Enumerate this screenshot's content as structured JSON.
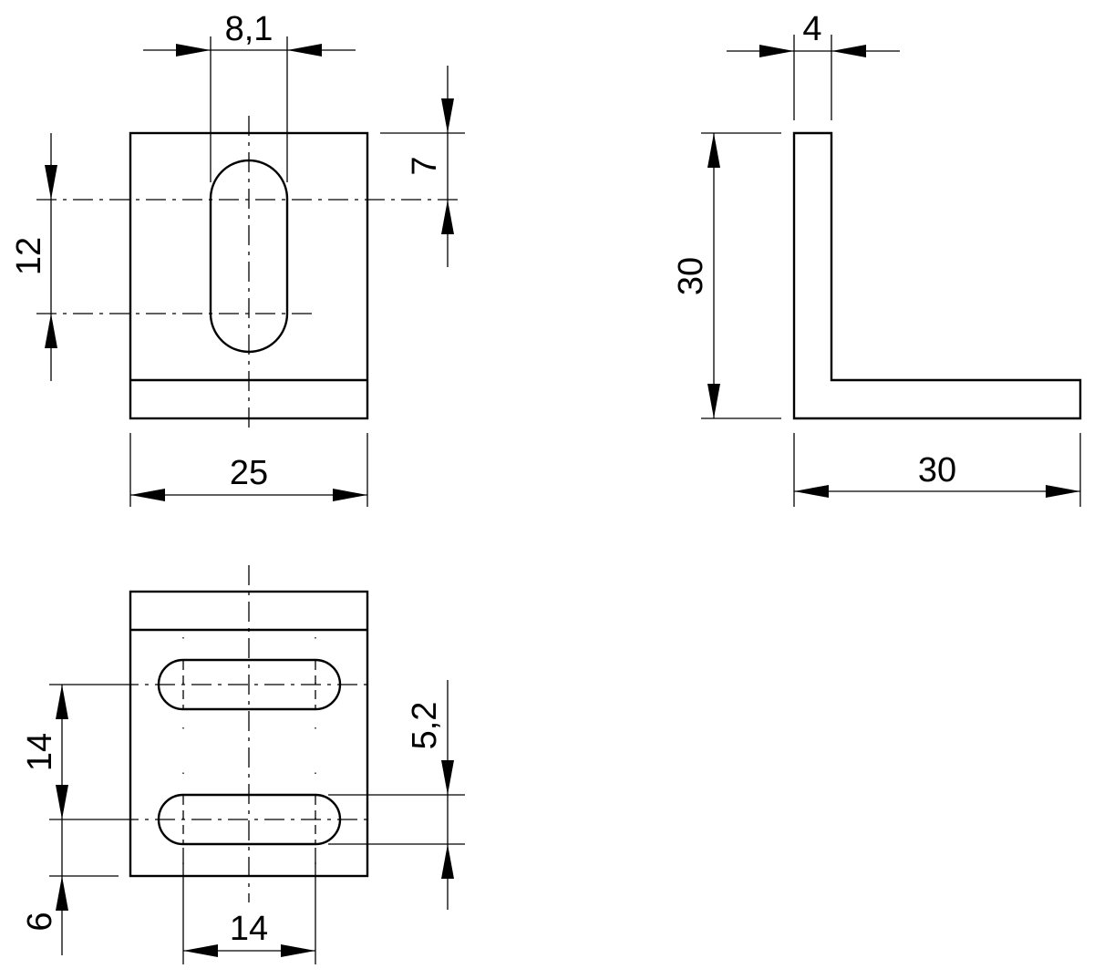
{
  "drawing": {
    "dimensions": {
      "slot_width": "8,1",
      "slot_offset_top": "7",
      "slot_length": "12",
      "front_width": "25",
      "thickness": "4",
      "side_height": "30",
      "side_width": "30",
      "bottom_slot_spacing": "14",
      "bottom_edge_offset": "6",
      "bottom_slot_width": "5,2",
      "bottom_slot_length": "14"
    }
  }
}
